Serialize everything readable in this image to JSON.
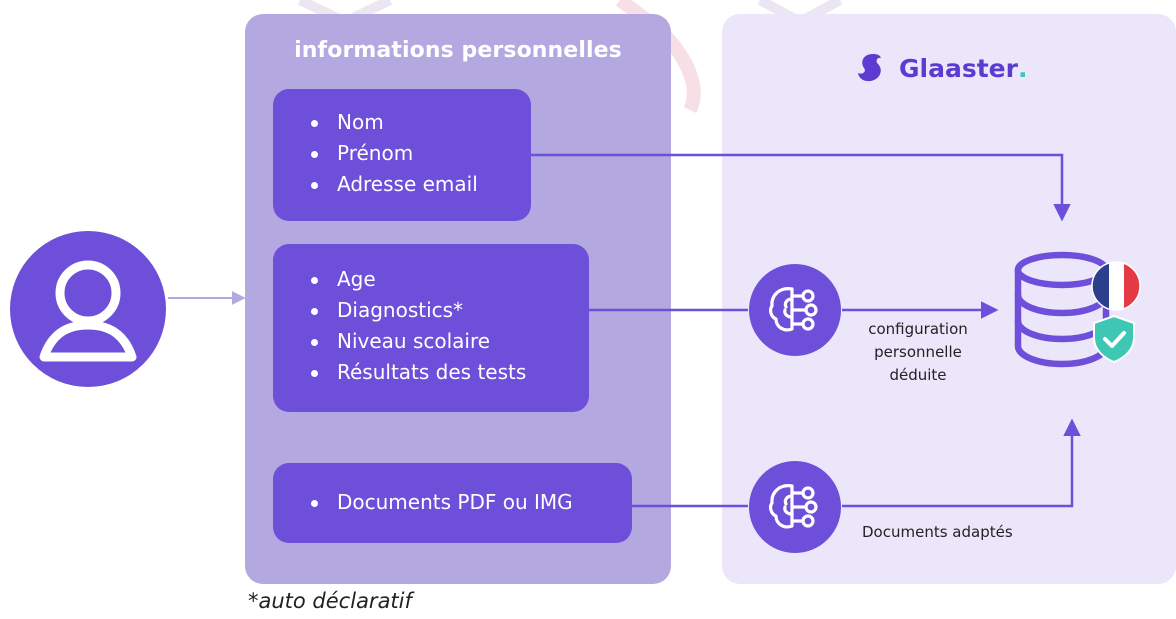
{
  "colors": {
    "left_panel": "#b3a8e0",
    "right_panel": "#ece6fb",
    "card": "#6e4fd9",
    "brand": "#5b3bd0",
    "brand_accent": "#3ec8b4",
    "connector": "#6e4fd9",
    "shield": "#3ec8b4"
  },
  "left_panel": {
    "title": "informations personnelles",
    "cards": [
      {
        "items": [
          "Nom",
          "Prénom",
          "Adresse email"
        ]
      },
      {
        "items": [
          "Age",
          "Diagnostics*",
          "Niveau scolaire",
          "Résultats des tests"
        ]
      },
      {
        "items": [
          "Documents PDF ou IMG"
        ]
      }
    ]
  },
  "right_panel": {
    "brand": {
      "name": "Glaaster",
      "dot": ".",
      "icon": "glaaster-logo-icon"
    },
    "nodes": [
      {
        "icon": "ai-brain-network-icon",
        "caption_lines": [
          "configuration",
          "personnelle",
          "déduite"
        ]
      },
      {
        "icon": "ai-brain-network-icon",
        "caption": "Documents adaptés"
      }
    ],
    "database": {
      "icon": "database-icon",
      "badges": [
        "french-flag-icon",
        "shield-check-icon"
      ]
    }
  },
  "user": {
    "icon": "user-avatar-icon"
  },
  "footnote": "*auto déclaratif"
}
